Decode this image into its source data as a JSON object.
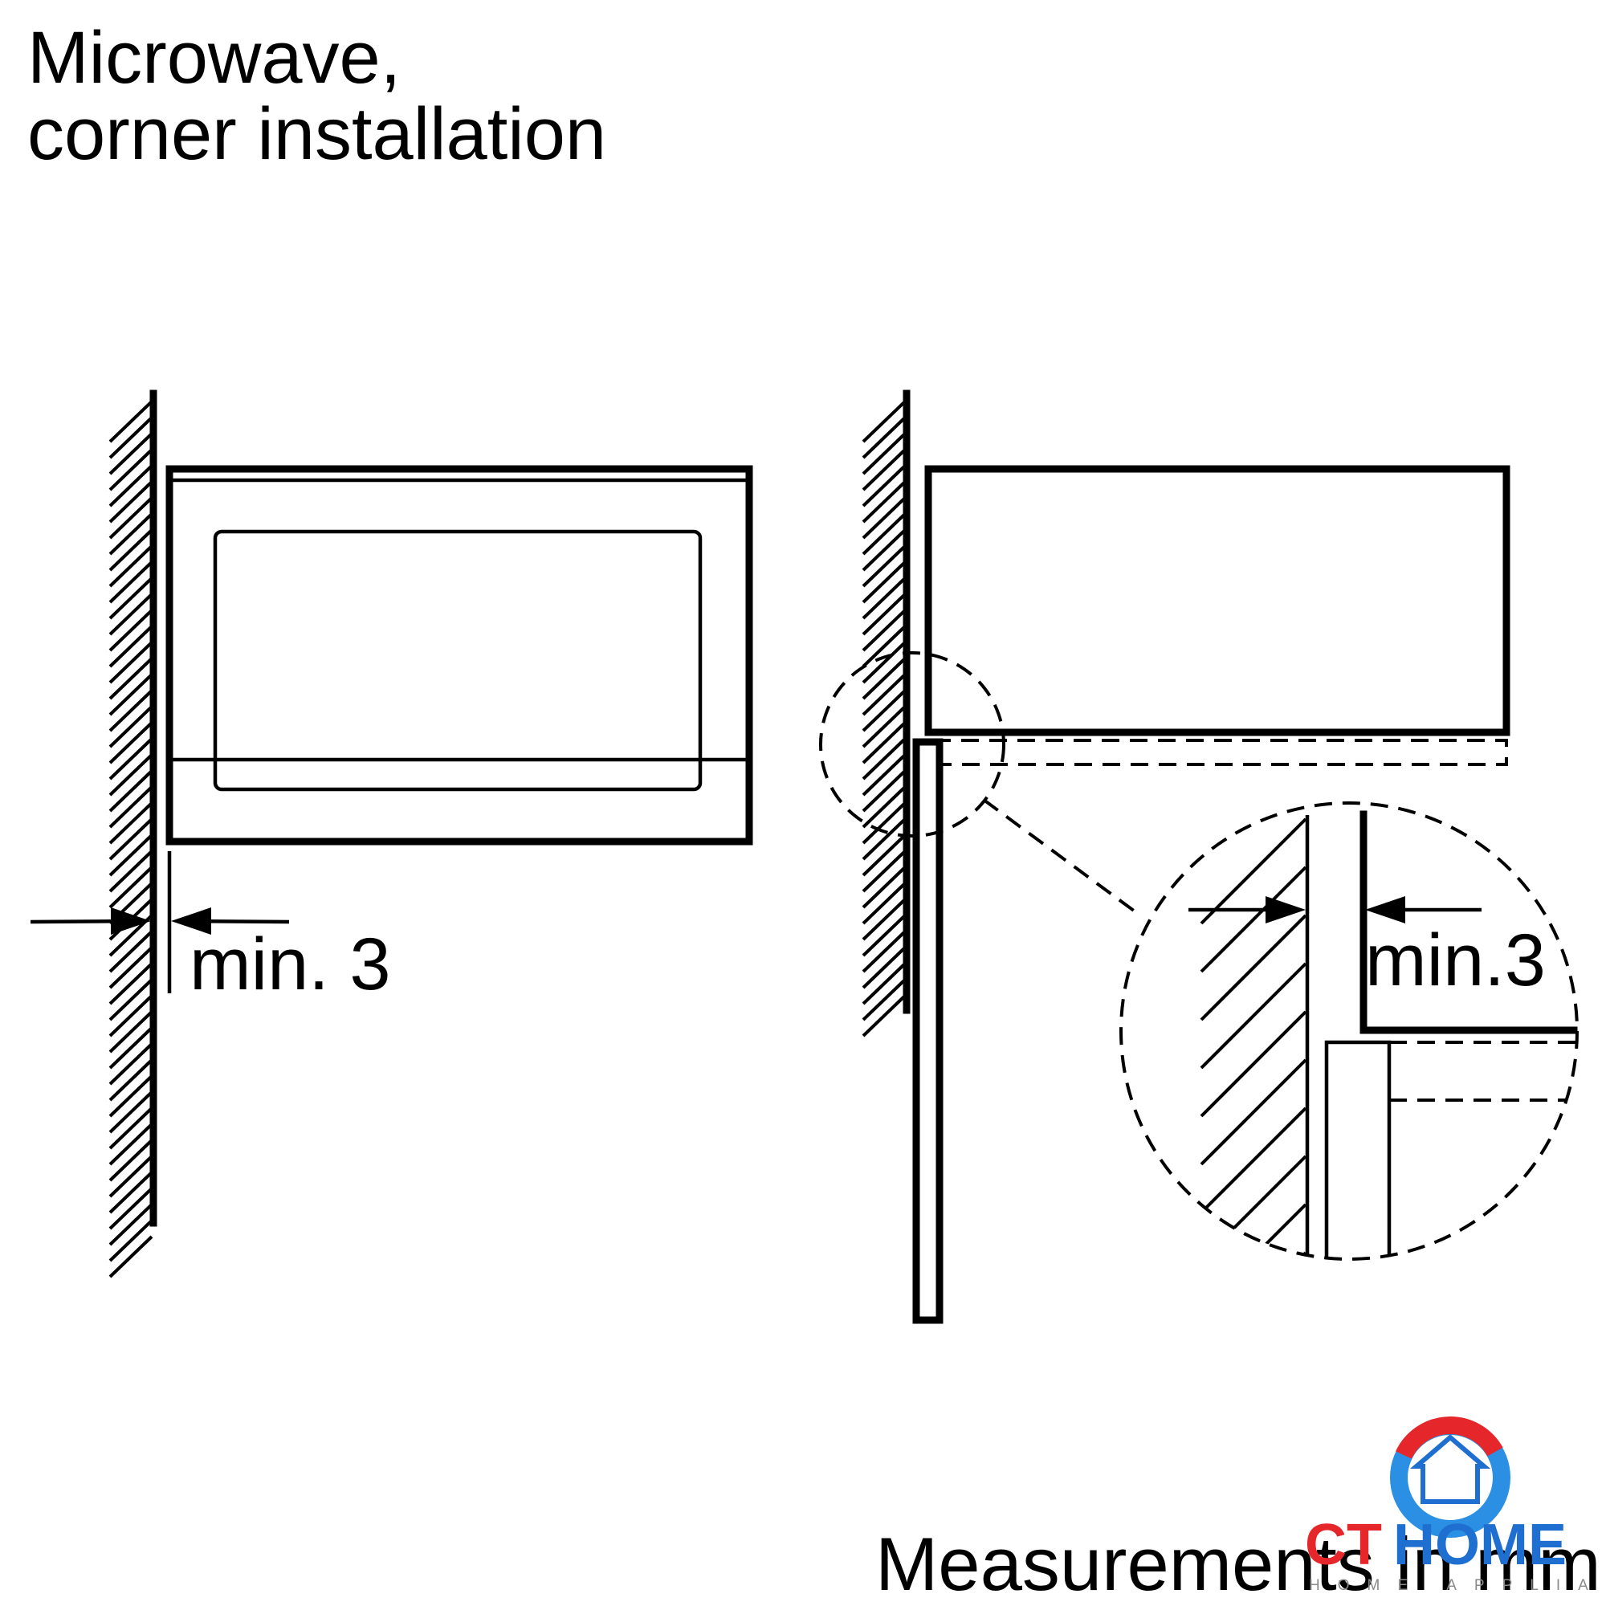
{
  "title": {
    "line1": "Microwave,",
    "line2": "corner installation"
  },
  "labels": {
    "left_gap": "min. 3",
    "detail_gap": "min.3"
  },
  "footer": "Measurements in mm",
  "watermark": {
    "brand_ct": "CT",
    "brand_home": "HOME",
    "tagline": "HOME APPLIANCES",
    "color_red": "#e5262a",
    "color_blue": "#1f6fd1"
  }
}
